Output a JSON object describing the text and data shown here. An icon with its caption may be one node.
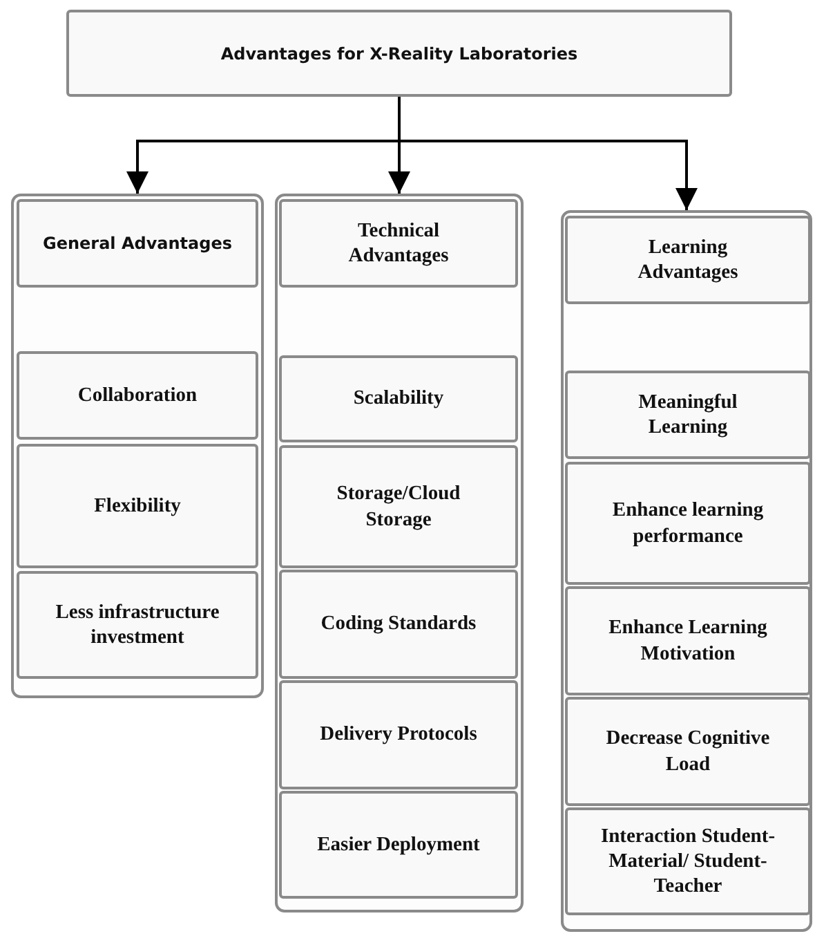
{
  "diagram": {
    "nodes": [
      {
        "text": [
          "Advantages for X-Reality Laboratories"
        ]
      },
      {
        "text": [],
        "shape": "box"
      },
      {
        "text": [
          "General Advantages"
        ],
        "in": 1
      },
      {
        "text": [
          "Collaboration"
        ],
        "in": 1
      },
      {
        "text": [
          "Flexibility"
        ],
        "in": 1
      },
      {
        "text": [
          "Less infrastructure investment"
        ],
        "in": 1
      },
      {
        "text": [],
        "shape": "box"
      },
      {
        "text": [
          "Technical Advantages"
        ],
        "in": 6
      },
      {
        "text": [
          "Scalability"
        ],
        "in": 6
      },
      {
        "text": [
          "Storage/Cloud Storage"
        ],
        "in": 6
      },
      {
        "text": [
          "Coding Standards"
        ],
        "in": 6
      },
      {
        "text": [
          "Delivery Protocols"
        ],
        "in": 6
      },
      {
        "text": [
          "Easier Deployment"
        ],
        "in": 6
      },
      {
        "text": [],
        "shape": "box"
      },
      {
        "text": [
          "Learning Advantages"
        ],
        "in": 13
      },
      {
        "text": [
          "Meaningful Learning"
        ],
        "in": 13
      },
      {
        "text": [
          "Enhance learning performance"
        ],
        "in": 13
      },
      {
        "text": [
          "Enhance Learning Motivation"
        ],
        "in": 13
      },
      {
        "text": [
          "Decrease Cognitive Load"
        ],
        "in": 13
      },
      {
        "text": [
          "Interaction Student-Material/ Student-Teacher"
        ],
        "in": 13
      }
    ],
    "edges": [
      {
        "from": 0,
        "to": 1,
        "arrow": "to"
      },
      {
        "from": 0,
        "to": 6,
        "arrow": "to"
      },
      {
        "from": 0,
        "to": 13,
        "arrow": "to"
      }
    ]
  }
}
